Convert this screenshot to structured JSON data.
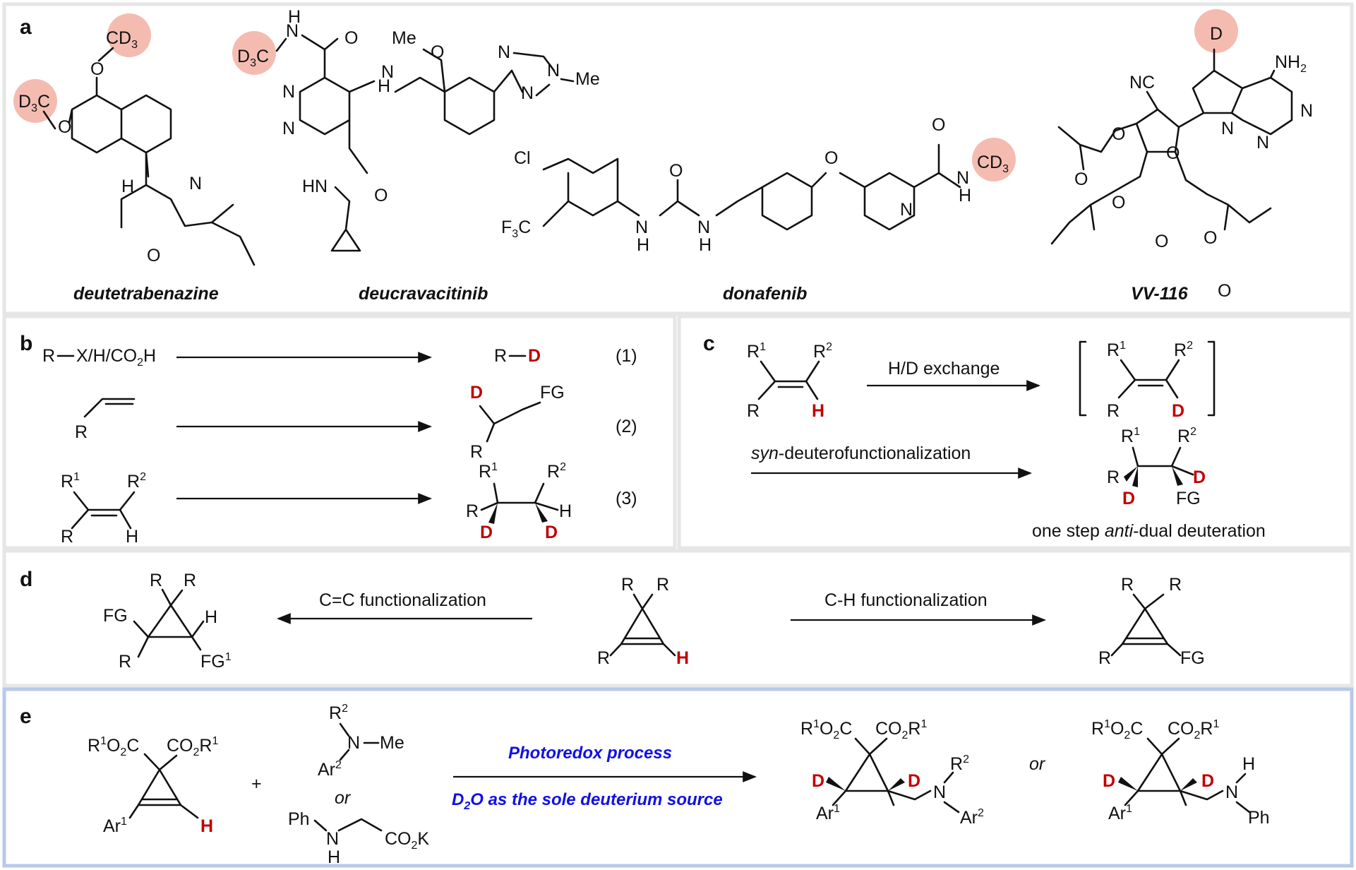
{
  "colors": {
    "panel_border": "#e6e6e6",
    "panel_e_border": "#b8c9ea",
    "deuterium_red": "#c00000",
    "highlight_circle": "#f4bcb1",
    "condition_blue": "#1010e6",
    "ink": "#111111"
  },
  "panels": {
    "a": {
      "letter": "a",
      "drugs": [
        {
          "name": "deutetrabenazine"
        },
        {
          "name": "deucravacitinib"
        },
        {
          "name": "donafenib"
        },
        {
          "name": "VV-116"
        }
      ]
    },
    "b": {
      "letter": "b",
      "eq1": {
        "substrate": "R",
        "substrate_rest": "X/H/CO",
        "substrate_sub": "2",
        "substrate_tail": "H",
        "product_r": "R",
        "product_d": "D",
        "number": "(1)"
      },
      "eq2": {
        "substrate_r": "R",
        "product_d": "D",
        "product_fg": "FG",
        "product_r": "R",
        "number": "(2)"
      },
      "eq3": {
        "r1": "R",
        "r1_sup": "1",
        "r2": "R",
        "r2_sup": "2",
        "r": "R",
        "h": "H",
        "p_r1": "R",
        "p_r1_sup": "1",
        "p_r2": "R",
        "p_r2_sup": "2",
        "p_r": "R",
        "p_h": "H",
        "p_d1": "D",
        "p_d2": "D",
        "number": "(3)"
      }
    },
    "c": {
      "letter": "c",
      "sub": {
        "r1": "R",
        "r1_sup": "1",
        "r2": "R",
        "r2_sup": "2",
        "r": "R",
        "h": "H"
      },
      "arrow1_label": "H/D exchange",
      "p1": {
        "r1": "R",
        "r1_sup": "1",
        "r2": "R",
        "r2_sup": "2",
        "r": "R",
        "d": "D"
      },
      "arrow2_label_italic": "syn",
      "arrow2_label_rest": "-deuterofunctionalization",
      "p2": {
        "r1": "R",
        "r1_sup": "1",
        "r2": "R",
        "r2_sup": "2",
        "r": "R",
        "d1": "D",
        "d2": "D",
        "fg": "FG"
      },
      "caption_pre": "one step ",
      "caption_italic": "anti",
      "caption_post": "-dual deuteration"
    },
    "d": {
      "letter": "d",
      "left_label": "C=C functionalization",
      "right_label": "C-H functionalization",
      "left": {
        "r1": "R",
        "r2": "R",
        "fg": "FG",
        "h": "H",
        "r3": "R",
        "fg1": "FG",
        "fg1_sup": "1"
      },
      "center": {
        "r1": "R",
        "r2": "R",
        "r3": "R",
        "h": "H"
      },
      "right": {
        "r1": "R",
        "r2": "R",
        "r3": "R",
        "fg": "FG"
      }
    },
    "e": {
      "letter": "e",
      "plus": "+",
      "or_reagents": "or",
      "or_products": "or",
      "condition1": "Photoredox process",
      "condition2_pre": "D",
      "condition2_sub": "2",
      "condition2_post": "O as the sole deuterium source",
      "sm": {
        "ester_left": "R",
        "ester_left_sup": "1",
        "ester_left_rest": "O",
        "ester_left_sub": "2",
        "ester_left_tail": "C",
        "ester_right": "CO",
        "ester_right_sub": "2",
        "ester_right_tail": "R",
        "ester_right_sup": "1",
        "ar": "Ar",
        "ar_sup": "1",
        "h": "H"
      },
      "amine": {
        "r2": "R",
        "r2_sup": "2",
        "n": "N",
        "me": "Me",
        "ar": "Ar",
        "ar_sup": "2"
      },
      "glycine": {
        "ph": "Ph",
        "n": "N",
        "h": "H",
        "co2k": "CO",
        "co2k_sub": "2",
        "co2k_tail": "K"
      },
      "product1": {
        "ar": "Ar",
        "ar_sup": "1",
        "d1": "D",
        "d2": "D",
        "n": "N",
        "r2": "R",
        "r2_sup": "2",
        "ar2": "Ar",
        "ar2_sup": "2"
      },
      "product2": {
        "ar": "Ar",
        "ar_sup": "1",
        "d1": "D",
        "d2": "D",
        "n": "N",
        "h": "H",
        "ph": "Ph"
      }
    }
  }
}
